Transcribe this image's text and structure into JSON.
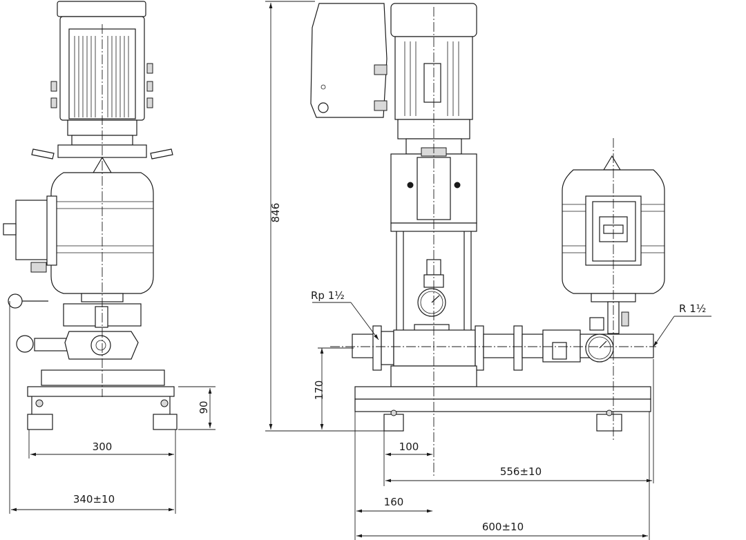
{
  "labels": {
    "inlet_connection": "Rp 1½",
    "outlet_connection": "R 1½"
  },
  "dimensions": {
    "height_total": "846",
    "inlet_height": "170",
    "foot_height": "90",
    "foot_spacing": "300",
    "width_side": "340±10",
    "offset_100": "100",
    "length_556": "556±10",
    "offset_160": "160",
    "length_600": "600±10"
  }
}
